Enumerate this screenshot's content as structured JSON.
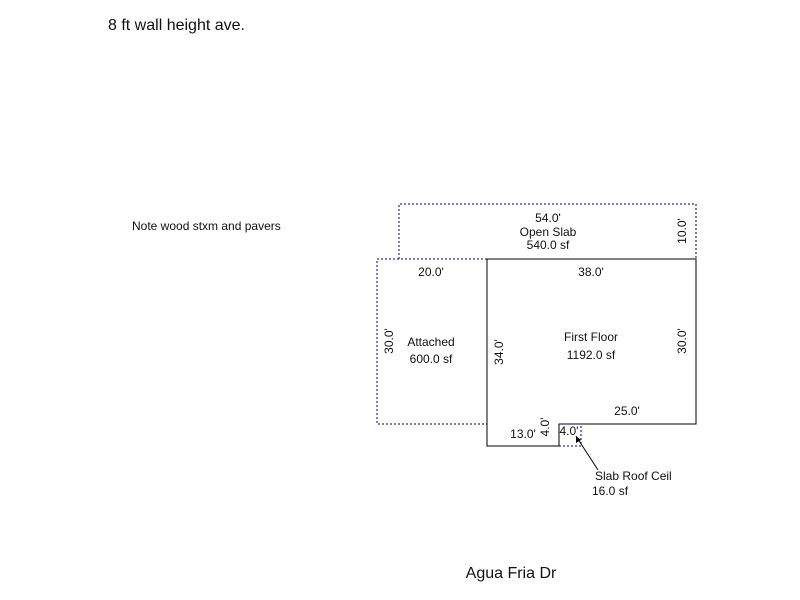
{
  "header_note": "8 ft wall height ave.",
  "side_note": "Note wood stxm and pavers",
  "street": "Agua Fria Dr",
  "colors": {
    "solid_line": "#000000",
    "dotted_line": "#000080",
    "text": "#111111"
  },
  "areas": {
    "open_slab": {
      "name": "Open Slab",
      "area": "540.0 sf",
      "dim_top": "54.0'",
      "dim_side": "10.0'"
    },
    "attached": {
      "name": "Attached",
      "area": "600.0 sf",
      "dim_top": "20.0'",
      "dim_side": "30.0'"
    },
    "first_floor": {
      "name": "First Floor",
      "area": "1192.0 sf",
      "dim_top": "38.0'",
      "dim_right": "30.0'",
      "dim_left": "34.0'",
      "dim_bottom_right": "25.0'",
      "dim_bottom_left": "13.0'",
      "dim_notch": "4.0'"
    },
    "slab_roof": {
      "name": "Slab Roof Ceil",
      "area": "16.0 sf",
      "dim_top": "4.0'"
    }
  }
}
